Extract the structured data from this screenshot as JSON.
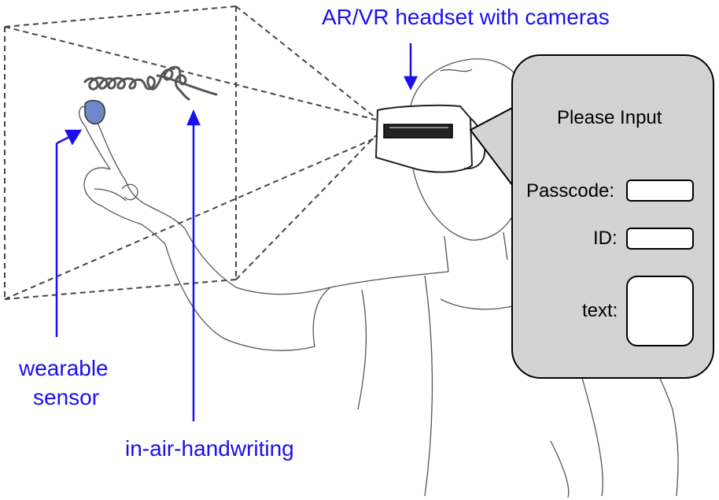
{
  "labels": {
    "headset": "AR/VR headset with cameras",
    "sensor_line1": "wearable",
    "sensor_line2": "sensor",
    "handwriting": "in-air-handwriting"
  },
  "panel": {
    "title": "Please Input",
    "passcode_label": "Passcode:",
    "id_label": "ID:",
    "text_label": "text:",
    "passcode_value": "",
    "id_value": "",
    "text_value": ""
  },
  "colors": {
    "label_blue": "#1a0ff0",
    "panel_fill": "#d3d3d3",
    "line_gray": "#444444",
    "sensor_blue": "#6f86c9"
  }
}
